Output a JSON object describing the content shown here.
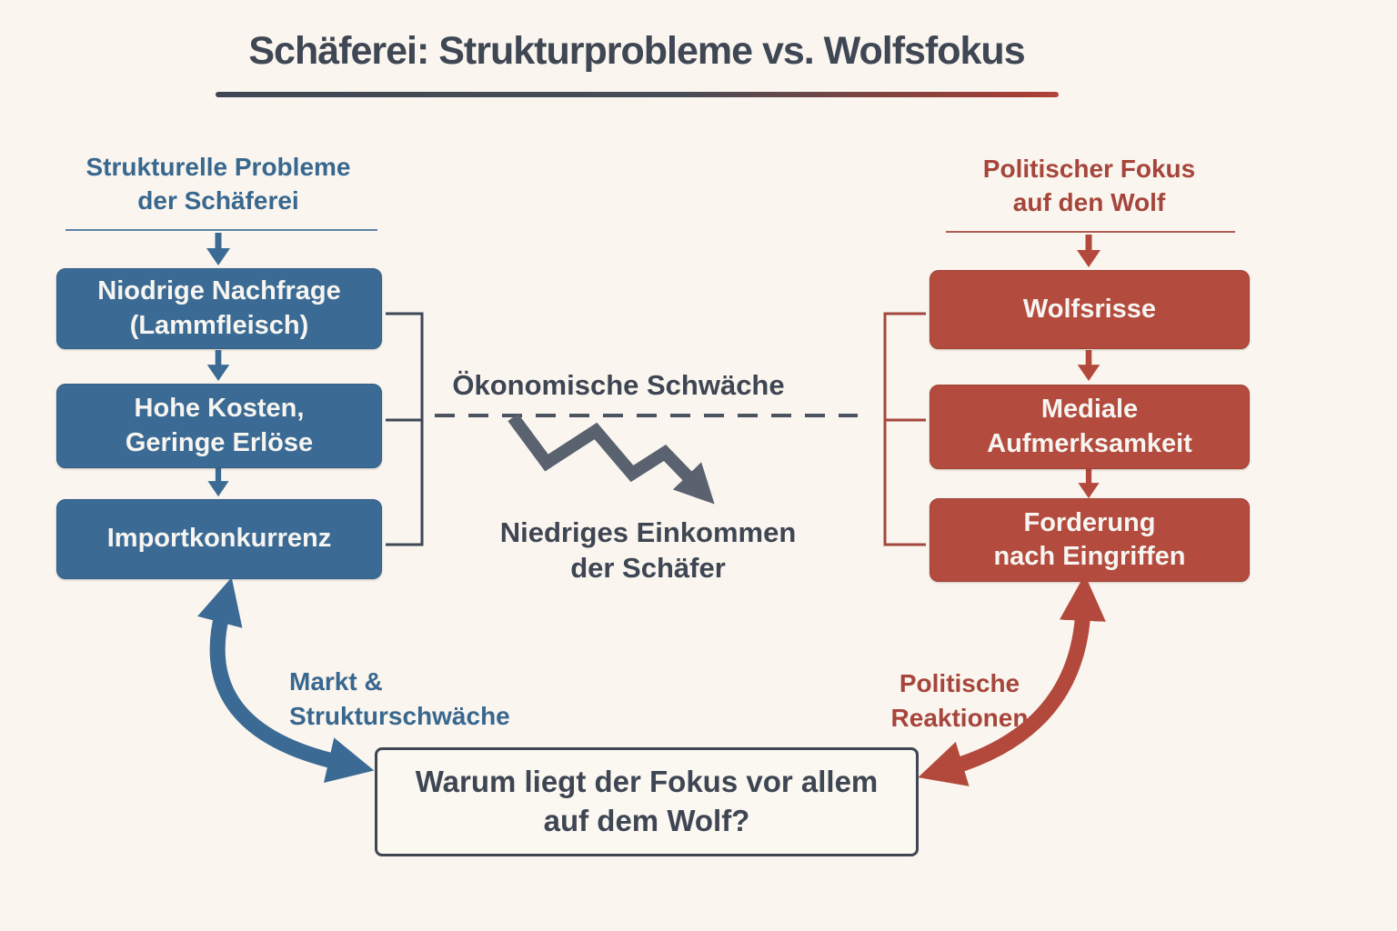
{
  "title": {
    "text": "Schäferei: Strukturprobleme vs. Wolfsfokus"
  },
  "left": {
    "header": "Strukturelle Probleme\nder Schäferei",
    "boxes": [
      {
        "label": "Niodrige Nachfrage\n(Lammfleisch)"
      },
      {
        "label": "Hohe Kosten,\nGeringe Erlöse"
      },
      {
        "label": "Importkonkurrenz"
      }
    ],
    "cycle_label": "Markt &\nStrukturschwäche"
  },
  "right": {
    "header": "Politischer Fokus\nauf den Wolf",
    "boxes": [
      {
        "label": "Wolfsrisse"
      },
      {
        "label": "Mediale\nAufmerksamkeit"
      },
      {
        "label": "Forderung\nnach Eingriffen"
      }
    ],
    "cycle_label": "Politische\nReaktionen"
  },
  "center": {
    "top_label": "Ökonomische Schwäche",
    "bottom_label": "Niedriges Einkommen\nder Schäfer"
  },
  "bottom": {
    "question": "Warum liegt der Fokus vor allem\nauf dem Wolf?"
  },
  "colors": {
    "background": "#faf5ee",
    "blue": "#3b6b94",
    "red": "#b34b3e",
    "dark_text": "#3e4653",
    "gray_arrow": "#59626e"
  }
}
